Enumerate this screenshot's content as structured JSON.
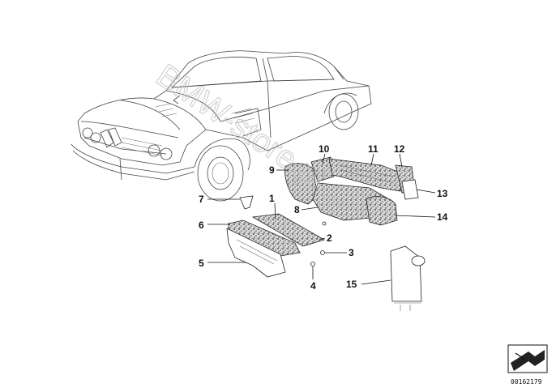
{
  "diagram": {
    "callouts": [
      {
        "id": "c1",
        "label": "1"
      },
      {
        "id": "c2",
        "label": "2"
      },
      {
        "id": "c3",
        "label": "3"
      },
      {
        "id": "c4",
        "label": "4"
      },
      {
        "id": "c5",
        "label": "5"
      },
      {
        "id": "c6",
        "label": "6"
      },
      {
        "id": "c7",
        "label": "7"
      },
      {
        "id": "c8",
        "label": "8"
      },
      {
        "id": "c9",
        "label": "9"
      },
      {
        "id": "c10",
        "label": "10"
      },
      {
        "id": "c11",
        "label": "11"
      },
      {
        "id": "c12",
        "label": "12"
      },
      {
        "id": "c13",
        "label": "13"
      },
      {
        "id": "c14",
        "label": "14"
      },
      {
        "id": "c15",
        "label": "15"
      }
    ],
    "watermark": "BMW-store.pl",
    "document_number": "00162179",
    "colors": {
      "ink": "#111111",
      "watermark": "#bdbdbd",
      "background": "#ffffff"
    }
  }
}
